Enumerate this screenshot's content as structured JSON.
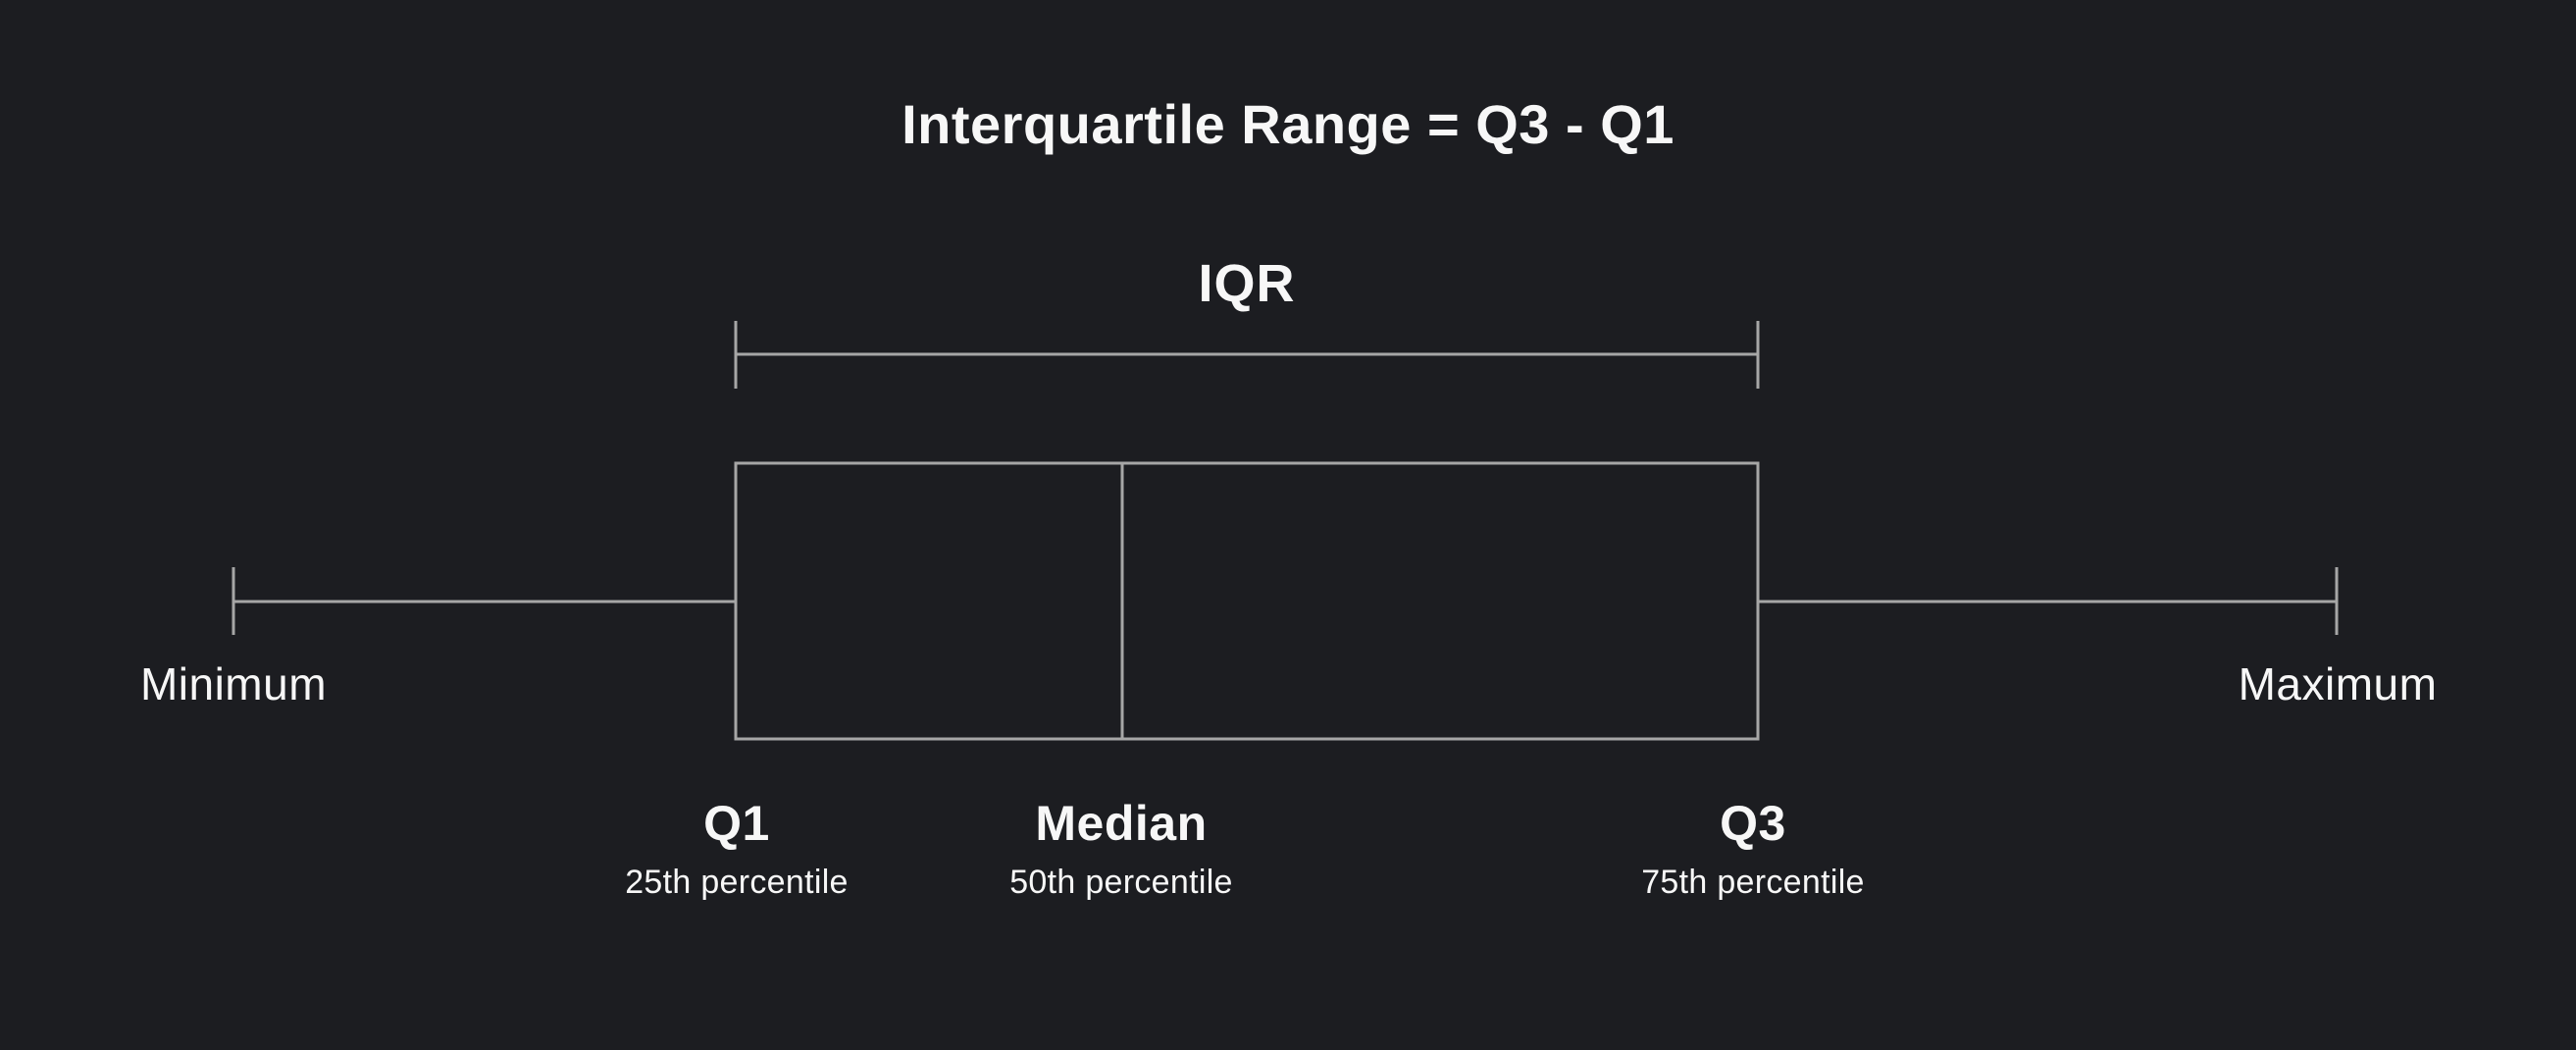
{
  "colors": {
    "background": "#1c1d21",
    "line": "#a6a6a6",
    "text": "#f7f7f7"
  },
  "title": "Interquartile Range = Q3 - Q1",
  "diagram": {
    "iqr_label": "IQR",
    "min_label": "Minimum",
    "max_label": "Maximum",
    "quartiles": [
      {
        "label": "Q1",
        "sublabel": "25th percentile"
      },
      {
        "label": "Median",
        "sublabel": "50th percentile"
      },
      {
        "label": "Q3",
        "sublabel": "75th percentile"
      }
    ]
  }
}
